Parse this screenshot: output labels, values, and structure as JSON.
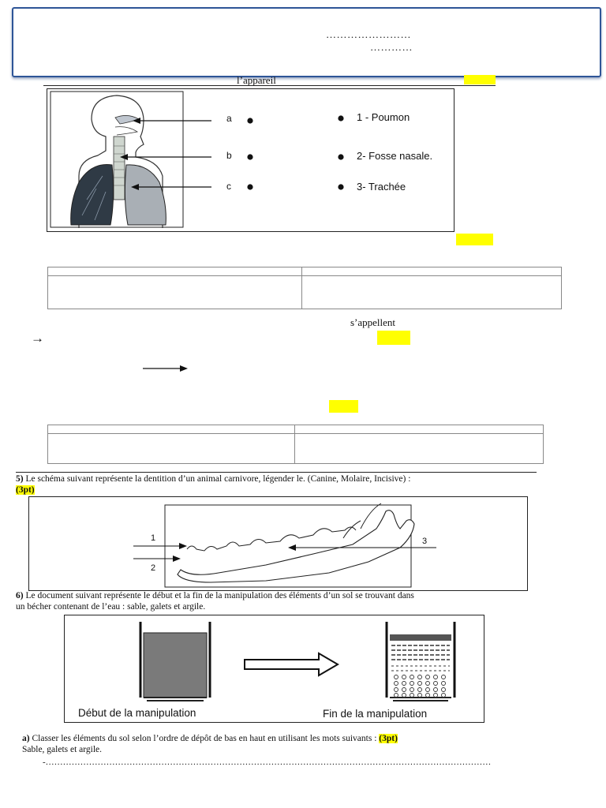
{
  "header": {
    "dots_1": "……………………",
    "dots_2": "…………"
  },
  "section1": {
    "word": "l’appareil",
    "diagram": {
      "letters": [
        "a",
        "b",
        "c"
      ],
      "options": [
        "1 - Poumon",
        "2- Fosse nasale.",
        "3- Trachée"
      ]
    }
  },
  "section3": {
    "word": "s’appellent",
    "arrow": "→"
  },
  "q5": {
    "number": "5)",
    "text": "Le schéma suivant représente la dentition d’un animal carnivore, légender le. (Canine, Molaire, Incisive) :",
    "points": "(3pt)",
    "labels": [
      "1",
      "2",
      "3"
    ]
  },
  "q6": {
    "number": "6)",
    "text_line1": "Le document suivant représente le début et la fin de la manipulation des éléments d’un sol se trouvant dans",
    "text_line2": "un bécher contenant de l’eau : sable, galets et argile.",
    "caption_start": "Début de la manipulation",
    "caption_end": "Fin de la manipulation",
    "a_label": "a)",
    "a_text": "Classer les éléments du sol selon l’ordre de dépôt de bas en haut en utilisant les mots suivants :",
    "a_points": "(3pt)",
    "a_words": "Sable, galets et argile.",
    "answer_line": "-……………………………………………………………………………………………………………………………………………"
  }
}
